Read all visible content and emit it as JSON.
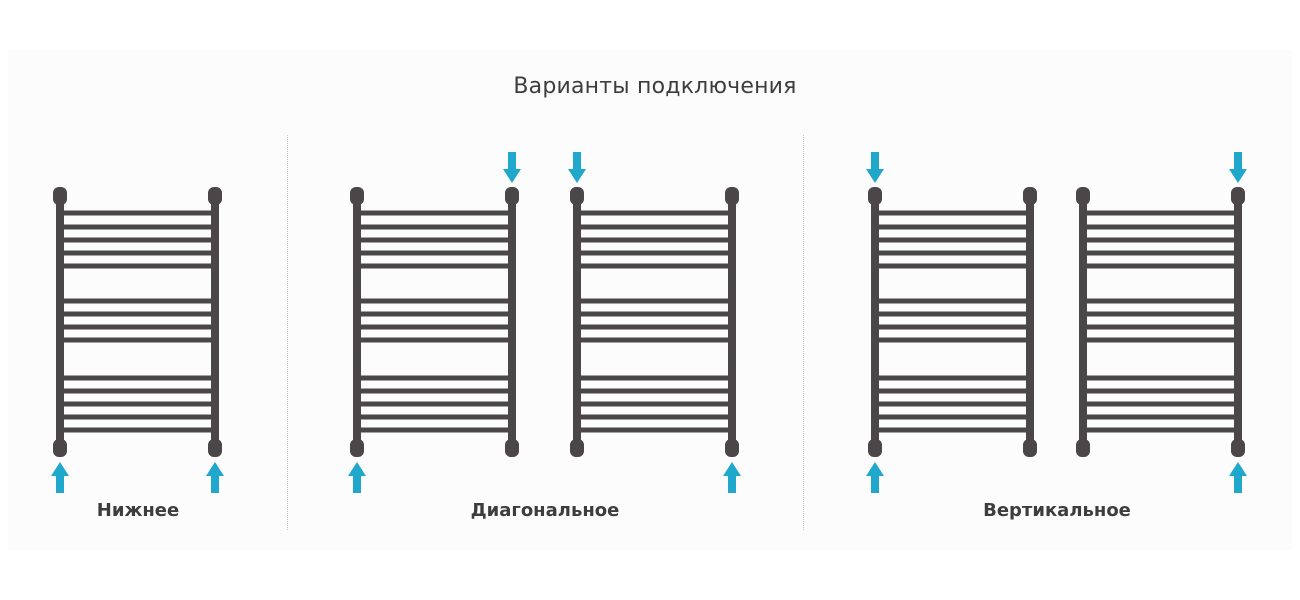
{
  "title": "Варианты подключения",
  "colors": {
    "rail": "#4b4647",
    "arrow": "#1fa7cc",
    "text": "#3d3d3d"
  },
  "groups": [
    {
      "label": "Нижнее",
      "radiators": [
        {
          "inlets": [
            "bottom-left",
            "bottom-right"
          ]
        }
      ]
    },
    {
      "label": "Диагональное",
      "radiators": [
        {
          "inlets": [
            "top-right",
            "bottom-left"
          ]
        },
        {
          "inlets": [
            "top-left",
            "bottom-right"
          ]
        }
      ]
    },
    {
      "label": "Вертикальное",
      "radiators": [
        {
          "inlets": [
            "top-left",
            "bottom-left"
          ]
        },
        {
          "inlets": [
            "top-right",
            "bottom-right"
          ]
        }
      ]
    }
  ]
}
